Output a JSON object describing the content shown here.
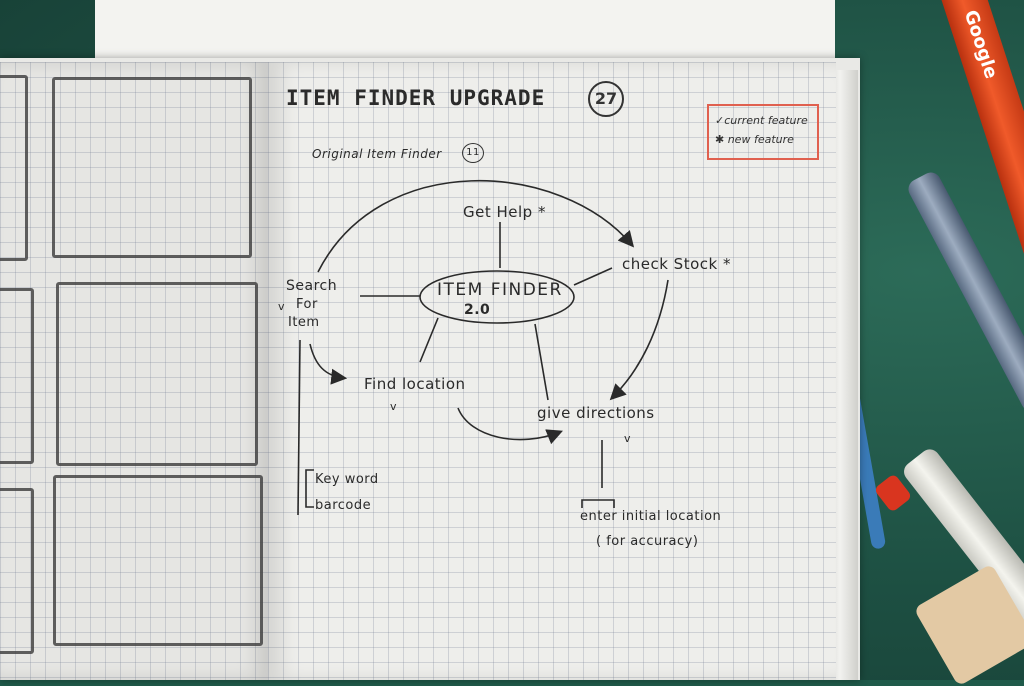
{
  "page": {
    "title": "ITEM FINDER UPGRADE",
    "page_number": "27",
    "subtitle": "Original Item Finder",
    "subtitle_number": "11"
  },
  "legend": {
    "current": "✓current feature",
    "new": "✱ new feature"
  },
  "diagram": {
    "center_line1": "ITEM FINDER",
    "center_line2": "2.0",
    "get_help": "Get Help *",
    "check_stock": "check Stock *",
    "search_line1": "Search",
    "search_line2": "For",
    "search_line3": "Item",
    "search_mark": "v",
    "find_location": "Find location",
    "find_mark": "v",
    "give_directions": "give directions",
    "give_mark": "v",
    "keyword": "Key word",
    "barcode": "barcode",
    "enter_initial": "enter initial location",
    "for_accuracy": "( for accuracy)"
  },
  "pen": {
    "brand": "Google"
  },
  "colors": {
    "mat": "#1f5a4a",
    "ink": "#2a2a2a",
    "legend_border": "#e0604f",
    "pen_orange": "#e8441e"
  }
}
